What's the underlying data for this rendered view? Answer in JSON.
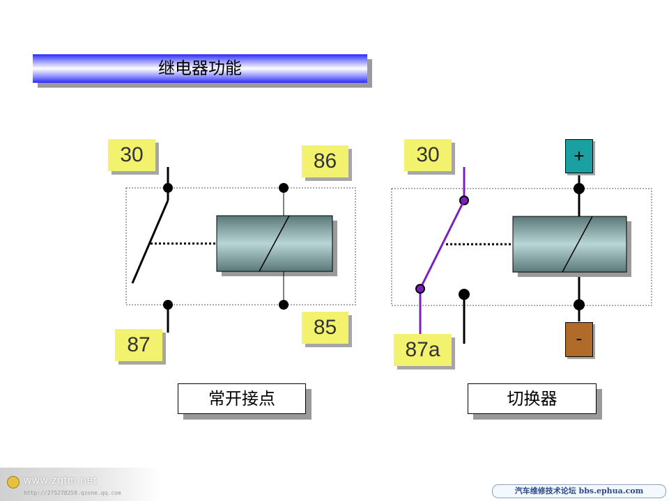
{
  "title": "继电器功能",
  "left_relay": {
    "labels": {
      "t30": "30",
      "t86": "86",
      "t87": "87",
      "t85": "85"
    },
    "caption": "常开接点"
  },
  "right_relay": {
    "labels": {
      "t30": "30",
      "t87a": "87a",
      "plus": "+",
      "minus": "-"
    },
    "caption": "切换器"
  },
  "colors": {
    "coil_dark": "#5a7878",
    "coil_light": "#b8d6d6",
    "label_bg": "#f2f26e",
    "switch_purple": "#7a1fc0",
    "terminal_plus": "#1aa0a0",
    "terminal_minus": "#b06a2a"
  },
  "watermark": {
    "site": "www.zqtm.net",
    "url": "http://275278258.qzone.qq.com",
    "forum": "汽车维修技术论坛 bbs.ephua.com"
  }
}
